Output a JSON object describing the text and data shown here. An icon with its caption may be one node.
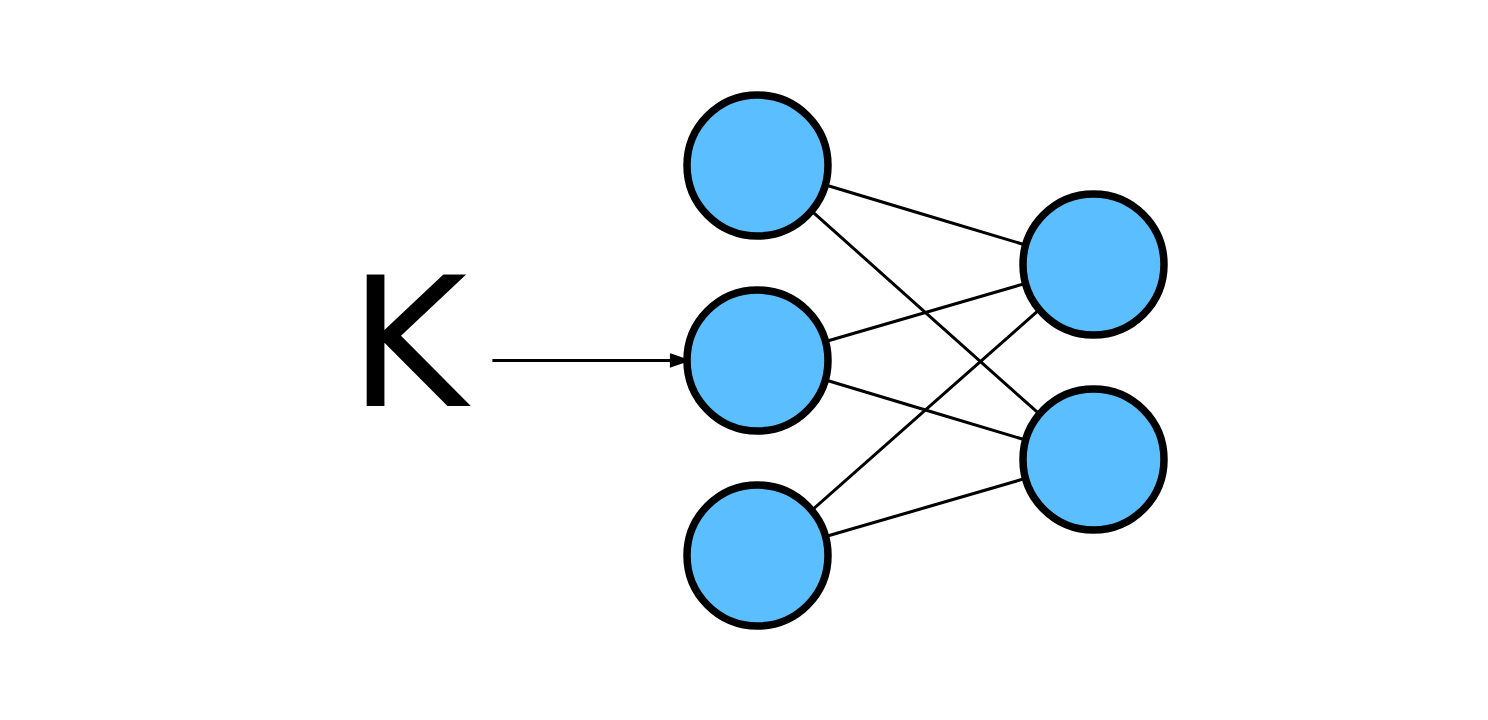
{
  "diagram": {
    "nodes": [
      {
        "text": [
          "K"
        ]
      },
      {
        "text": [],
        "shape": "circle"
      },
      {
        "text": [],
        "shape": "circle"
      },
      {
        "text": [],
        "shape": "circle"
      },
      {
        "text": [],
        "shape": "circle"
      },
      {
        "text": [],
        "shape": "circle"
      }
    ],
    "edges": [
      {
        "from": 0,
        "to": 2,
        "arrow": "to"
      },
      {
        "from": 1,
        "to": 4,
        "arrow": "none"
      },
      {
        "from": 1,
        "to": 5,
        "arrow": "none"
      },
      {
        "from": 2,
        "to": 4,
        "arrow": "none"
      },
      {
        "from": 2,
        "to": 5,
        "arrow": "none"
      },
      {
        "from": 3,
        "to": 4,
        "arrow": "none"
      },
      {
        "from": 3,
        "to": 5,
        "arrow": "none"
      }
    ]
  }
}
